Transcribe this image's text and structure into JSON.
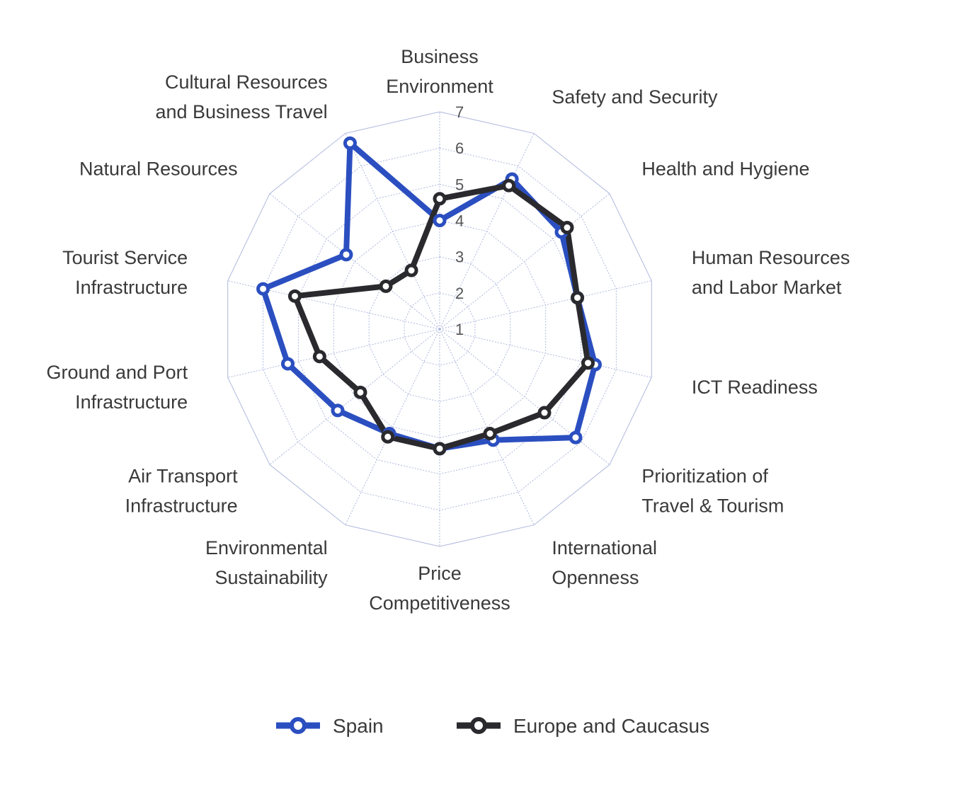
{
  "chart_data": {
    "type": "radar",
    "axes": [
      "Business Environment",
      "Safety and Security",
      "Health and Hygiene",
      "Human Resources and Labor Market",
      "ICT Readiness",
      "Prioritization of Travel & Tourism",
      "International Openness",
      "Price Competitiveness",
      "Environmental Sustainability",
      "Air Transport Infrastructure",
      "Ground and Port Infrastructure",
      "Tourist Service Infrastructure",
      "Natural Resources",
      "Cultural Resources and Business Travel"
    ],
    "axis_label_lines": [
      [
        "Business",
        "Environment"
      ],
      [
        "Safety and Security"
      ],
      [
        "Health and Hygiene"
      ],
      [
        "Human Resources",
        "and Labor Market"
      ],
      [
        "ICT Readiness"
      ],
      [
        "Prioritization of",
        "Travel & Tourism"
      ],
      [
        "International",
        "Openness"
      ],
      [
        "Price",
        "Competitiveness"
      ],
      [
        "Environmental",
        "Sustainability"
      ],
      [
        "Air Transport",
        "Infrastructure"
      ],
      [
        "Ground and Port",
        "Infrastructure"
      ],
      [
        "Tourist Service",
        "Infrastructure"
      ],
      [
        "Natural Resources"
      ],
      [
        "Cultural Resources",
        "and Business Travel"
      ]
    ],
    "r_ticks": [
      1,
      2,
      3,
      4,
      5,
      6,
      7
    ],
    "r_range": [
      1,
      7
    ],
    "grid": true,
    "legend_position": "bottom",
    "series": [
      {
        "name": "Spain",
        "color": "#2b4fc0",
        "values": [
          4.0,
          5.6,
          5.3,
          4.9,
          5.4,
          5.8,
          4.4,
          4.3,
          4.2,
          4.6,
          5.3,
          6.0,
          4.3,
          6.7
        ]
      },
      {
        "name": "Europe and Caucasus",
        "color": "#2a2a2e",
        "values": [
          4.6,
          5.4,
          5.5,
          4.9,
          5.2,
          4.7,
          4.2,
          4.3,
          4.3,
          3.8,
          4.4,
          5.1,
          2.9,
          2.8
        ]
      }
    ]
  }
}
